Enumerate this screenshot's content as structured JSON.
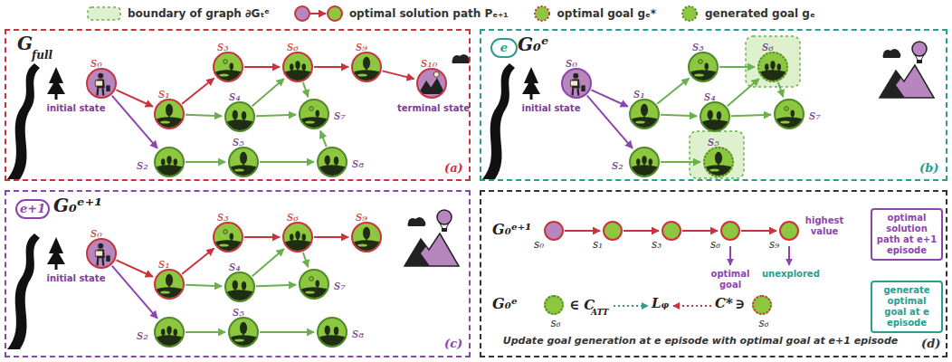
{
  "diagram": {
    "nodes": [
      {
        "text": [
          "G",
          "full",
          "(a)"
        ]
      },
      {
        "text": [
          "s₀",
          "initial state"
        ],
        "in": 0
      },
      {
        "text": [
          "s₁"
        ],
        "in": 0
      },
      {
        "text": [
          "s₂"
        ],
        "in": 0
      },
      {
        "text": [
          "s₃"
        ],
        "in": 0
      },
      {
        "text": [
          "s₄"
        ],
        "in": 0
      },
      {
        "text": [
          "s₅"
        ],
        "in": 0
      },
      {
        "text": [
          "s₆"
        ],
        "in": 0
      },
      {
        "text": [
          "s₇"
        ],
        "in": 0
      },
      {
        "text": [
          "s₈"
        ],
        "in": 0
      },
      {
        "text": [
          "s₉"
        ],
        "in": 0
      },
      {
        "text": [
          "s₁₀",
          "terminal state"
        ],
        "in": 0
      },
      {
        "text": [
          "e",
          "G₀ᵉ",
          "(b)"
        ]
      },
      {
        "text": [
          "s₀",
          "initial state"
        ],
        "in": 12
      },
      {
        "text": [
          "s₁"
        ],
        "in": 12
      },
      {
        "text": [
          "s₂"
        ],
        "in": 12
      },
      {
        "text": [
          "s₃"
        ],
        "in": 12
      },
      {
        "text": [
          "s₄"
        ],
        "in": 12
      },
      {
        "text": [
          "s₅"
        ],
        "in": 12
      },
      {
        "text": [
          "s₆"
        ],
        "in": 12
      },
      {
        "text": [
          "s₇"
        ],
        "in": 12
      },
      {
        "text": [
          "e+1",
          "G₀ᵉ⁺¹",
          "(c)"
        ]
      },
      {
        "text": [
          "s₀",
          "initial state"
        ],
        "in": 21
      },
      {
        "text": [
          "s₁"
        ],
        "in": 21
      },
      {
        "text": [
          "s₂"
        ],
        "in": 21
      },
      {
        "text": [
          "s₃"
        ],
        "in": 21
      },
      {
        "text": [
          "s₄"
        ],
        "in": 21
      },
      {
        "text": [
          "s₅"
        ],
        "in": 21
      },
      {
        "text": [
          "s₆"
        ],
        "in": 21
      },
      {
        "text": [
          "s₇"
        ],
        "in": 21
      },
      {
        "text": [
          "s₈"
        ],
        "in": 21
      },
      {
        "text": [
          "s₉"
        ],
        "in": 21
      },
      {
        "text": [
          "(d)"
        ]
      },
      {
        "text": [
          "s₀"
        ],
        "in": 32
      },
      {
        "text": [
          "s₁"
        ],
        "in": 32
      },
      {
        "text": [
          "s₃"
        ],
        "in": 32
      },
      {
        "text": [
          "s₆"
        ],
        "in": 32
      },
      {
        "text": [
          "s₉"
        ],
        "in": 32
      },
      {
        "text": [
          "optimal solution path at e+1 episode"
        ],
        "in": 32
      },
      {
        "text": [
          "s₆"
        ],
        "in": 32
      },
      {
        "text": [
          "s₆"
        ],
        "in": 32
      },
      {
        "text": [
          "generate optimal goal at e episode"
        ],
        "in": 32
      }
    ],
    "edges": [
      {
        "from": 1,
        "to": 2,
        "arrow": "to"
      },
      {
        "from": 1,
        "to": 3,
        "arrow": "to"
      },
      {
        "from": 2,
        "to": 4,
        "arrow": "to"
      },
      {
        "from": 2,
        "to": 5,
        "arrow": "to"
      },
      {
        "from": 3,
        "to": 6,
        "arrow": "to"
      },
      {
        "from": 4,
        "to": 7,
        "arrow": "to"
      },
      {
        "from": 5,
        "to": 7,
        "arrow": "to"
      },
      {
        "from": 5,
        "to": 8,
        "arrow": "to"
      },
      {
        "from": 6,
        "to": 9,
        "arrow": "to"
      },
      {
        "from": 7,
        "to": 10,
        "arrow": "to"
      },
      {
        "from": 7,
        "to": 8,
        "arrow": "to"
      },
      {
        "from": 9,
        "to": 8,
        "arrow": "to"
      },
      {
        "from": 10,
        "to": 11,
        "arrow": "to"
      },
      {
        "from": 13,
        "to": 14,
        "arrow": "to"
      },
      {
        "from": 13,
        "to": 15,
        "arrow": "to"
      },
      {
        "from": 14,
        "to": 16,
        "arrow": "to"
      },
      {
        "from": 14,
        "to": 17,
        "arrow": "to"
      },
      {
        "from": 15,
        "to": 18,
        "arrow": "to"
      },
      {
        "from": 16,
        "to": 19,
        "arrow": "to"
      },
      {
        "from": 17,
        "to": 19,
        "arrow": "to"
      },
      {
        "from": 17,
        "to": 20,
        "arrow": "to"
      },
      {
        "from": 19,
        "to": 20,
        "arrow": "to"
      },
      {
        "from": 22,
        "to": 23,
        "arrow": "to"
      },
      {
        "from": 22,
        "to": 24,
        "arrow": "to"
      },
      {
        "from": 23,
        "to": 25,
        "arrow": "to"
      },
      {
        "from": 23,
        "to": 26,
        "arrow": "to"
      },
      {
        "from": 24,
        "to": 27,
        "arrow": "to"
      },
      {
        "from": 25,
        "to": 28,
        "arrow": "to"
      },
      {
        "from": 26,
        "to": 28,
        "arrow": "to"
      },
      {
        "from": 26,
        "to": 29,
        "arrow": "to"
      },
      {
        "from": 27,
        "to": 30,
        "arrow": "to"
      },
      {
        "from": 28,
        "to": 31,
        "arrow": "to"
      },
      {
        "from": 28,
        "to": 29,
        "arrow": "to"
      },
      {
        "from": 33,
        "to": 34,
        "arrow": "to"
      },
      {
        "from": 34,
        "to": 35,
        "arrow": "to"
      },
      {
        "from": 35,
        "to": 36,
        "arrow": "to"
      },
      {
        "from": 36,
        "to": 37,
        "arrow": "to"
      }
    ],
    "labels": [
      "G₀ᵉ⁺¹",
      "highest value",
      "optimal goal",
      "unexplored",
      "G₀ᵉ",
      "∈ C",
      "ATT",
      "Lᵩ",
      "C*",
      "∋",
      "Update goal generation at e episode with optimal goal at e+1 episode"
    ],
    "legend": [
      {
        "text": "boundary of graph ∂Gₜᵉ"
      },
      {
        "text": "optimal solution path Pₑ₊₁"
      },
      {
        "text": "optimal goal gₑ*"
      },
      {
        "text": "generated goal gₑ"
      }
    ]
  }
}
